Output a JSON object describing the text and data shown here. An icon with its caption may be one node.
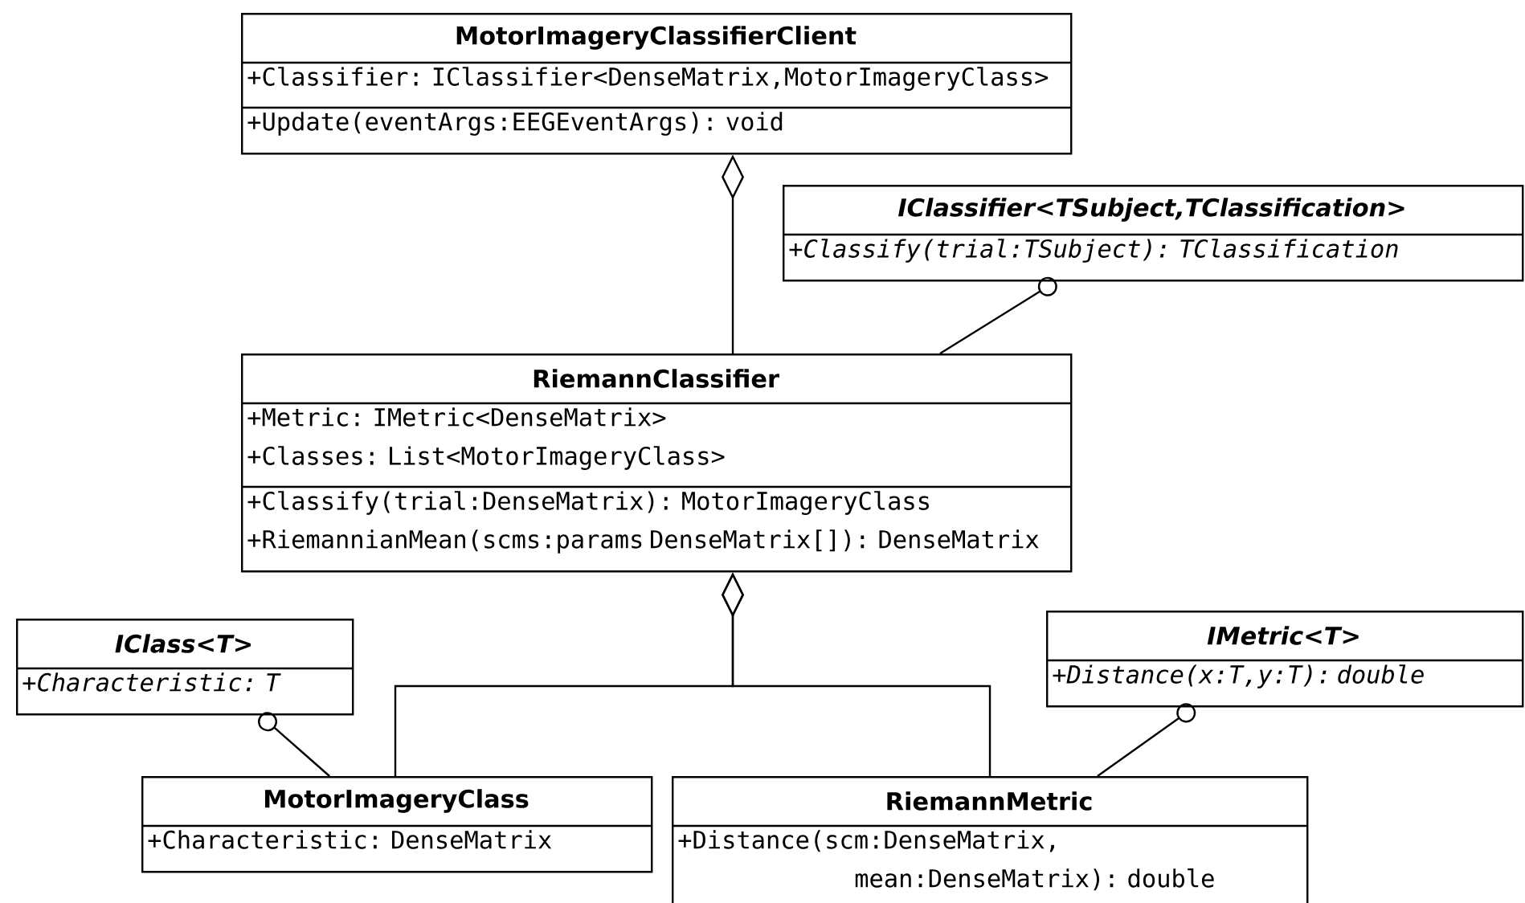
{
  "diagram": {
    "nodes": [
      {
        "text": [
          "MotorImageryClassifierClient",
          "+Classifier: IClassifier<DenseMatrix,MotorImageryClass>",
          "+Update(eventArgs:EEGEventArgs): void"
        ]
      },
      {
        "text": [
          "IClassifier<TSubject,TClassification>",
          "+Classify(trial:TSubject): TClassification"
        ]
      },
      {
        "text": [
          "RiemannClassifier",
          "+Metric: IMetric<DenseMatrix>",
          "+Classes: List<MotorImageryClass>",
          "+Classify(trial:DenseMatrix): MotorImageryClass",
          "+RiemannianMean(scms:params DenseMatrix[]): DenseMatrix"
        ]
      },
      {
        "text": [
          "IClass<T>",
          "+Characteristic: T"
        ]
      },
      {
        "text": [
          "IMetric<T>",
          "+Distance(x:T,y:T): double"
        ]
      },
      {
        "text": [
          "MotorImageryClass",
          "+Characteristic: DenseMatrix"
        ]
      },
      {
        "text": [
          "RiemannMetric",
          "+Distance(scm:DenseMatrix, mean:DenseMatrix): double"
        ]
      }
    ],
    "edges": [
      {
        "from": 2,
        "to": 0,
        "arrow": "other"
      },
      {
        "from": 2,
        "to": 1,
        "arrow": "other"
      },
      {
        "from": 5,
        "to": 2,
        "arrow": "other"
      },
      {
        "from": 6,
        "to": 2,
        "arrow": "other"
      },
      {
        "from": 5,
        "to": 3,
        "arrow": "other"
      },
      {
        "from": 6,
        "to": 4,
        "arrow": "other"
      }
    ]
  }
}
